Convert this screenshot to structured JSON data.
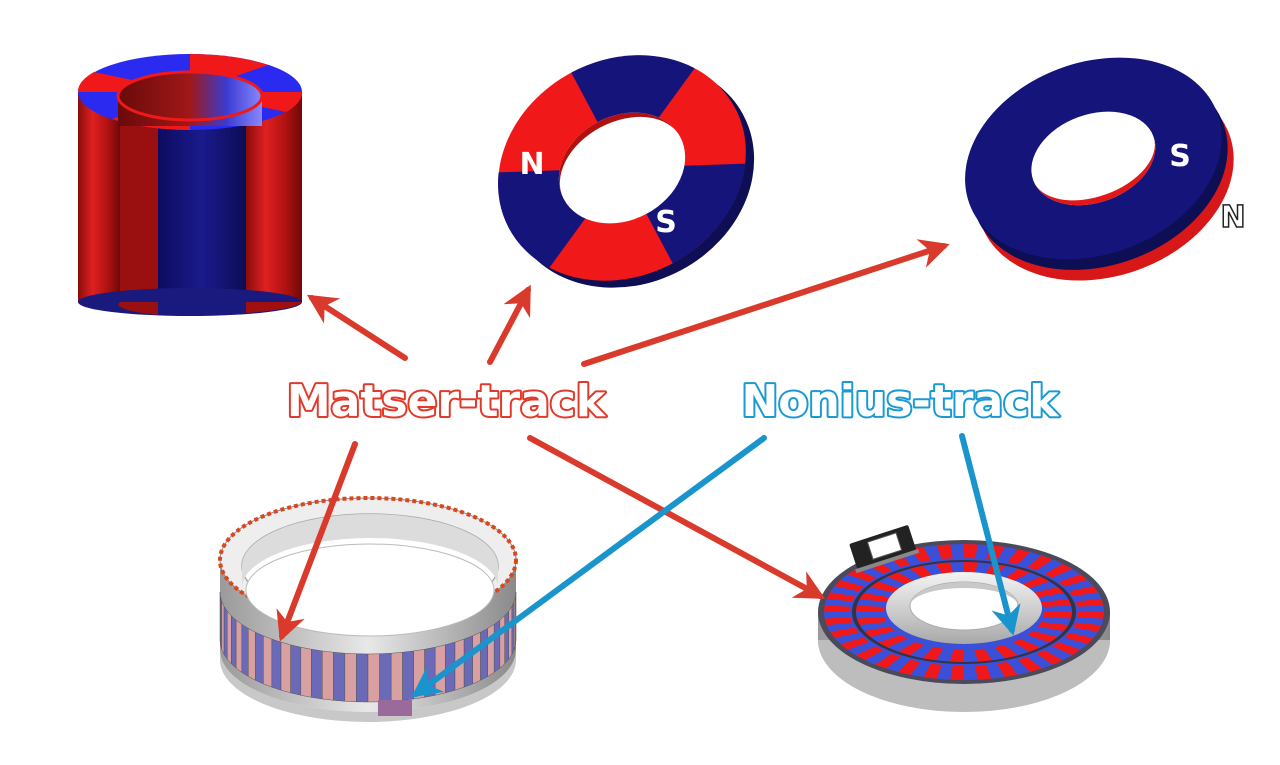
{
  "colors": {
    "magnet_red": "#f01818",
    "magnet_red_dark": "#b01010",
    "magnet_blue": "#14147a",
    "magnet_blue_light": "#2a2af0",
    "master_arrow": "#d93a2b",
    "nonius_arrow": "#1a94cc",
    "master_text": "#e13a2a",
    "nonius_text": "#1a9ad4"
  },
  "labels": {
    "master_track": "Matser-track",
    "nonius_track": "Nonius-track"
  },
  "poles": {
    "ring_n": "N",
    "ring_s": "S",
    "disc_s": "S",
    "disc_n": "N"
  }
}
